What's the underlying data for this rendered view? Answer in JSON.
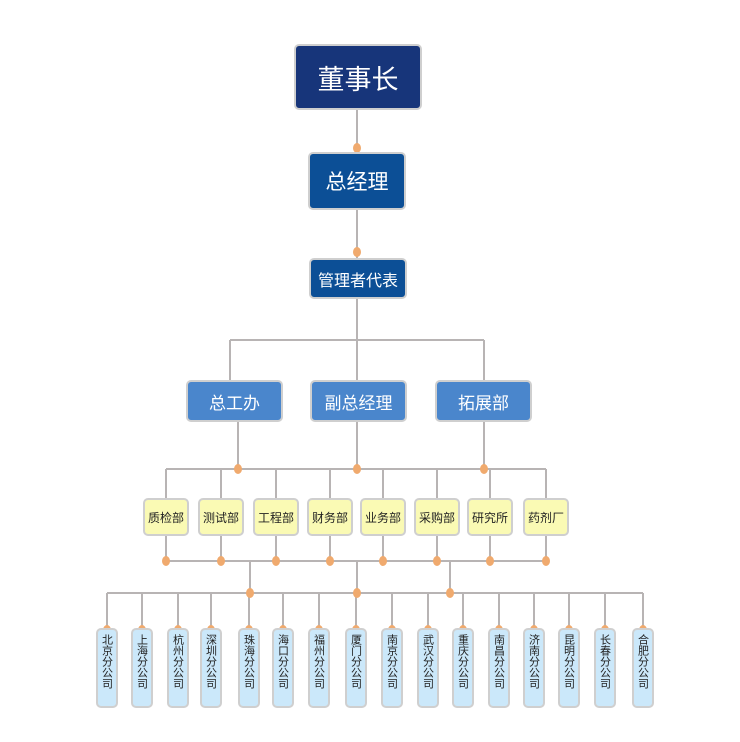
{
  "chairman": "董事长",
  "general_manager": "总经理",
  "management_rep": "管理者代表",
  "level4": [
    "总工办",
    "副总经理",
    "拓展部"
  ],
  "departments": [
    "质检部",
    "测试部",
    "工程部",
    "财务部",
    "业务部",
    "采购部",
    "研究所",
    "药剂厂"
  ],
  "branches": [
    "北京分公司",
    "上海分公司",
    "杭州分公司",
    "深圳分公司",
    "珠海分公司",
    "海口分公司",
    "福州分公司",
    "厦门分公司",
    "南京分公司",
    "武汉分公司",
    "重庆分公司",
    "南昌分公司",
    "济南分公司",
    "昆明分公司",
    "长春分公司",
    "合肥分公司"
  ],
  "colors": {
    "chairman": "#17357a",
    "manager": "#0c4f96",
    "level4": "#4a86cc",
    "department": "#fafab4",
    "branch": "#cbe8fa",
    "connector": "#b8b4b4",
    "dot": "#f0aa6e"
  }
}
